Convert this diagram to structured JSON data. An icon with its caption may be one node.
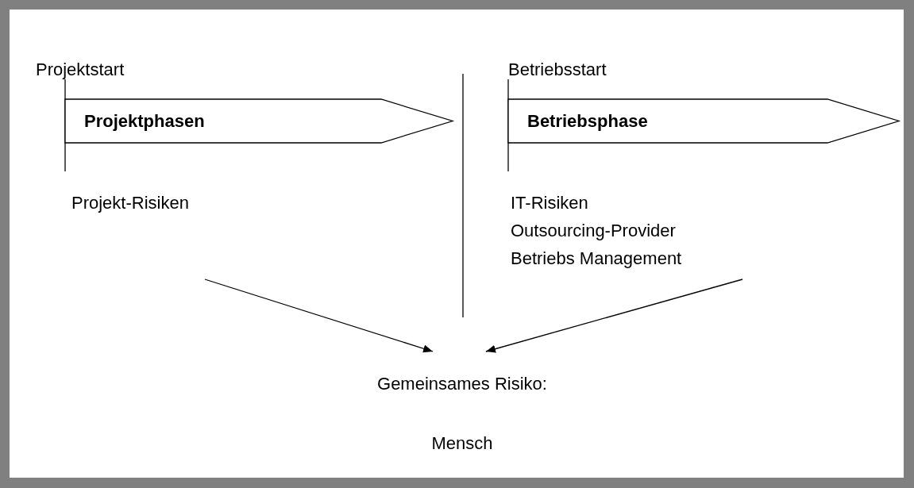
{
  "diagram": {
    "nodes": [
      {
        "text": [
          "Projektphasen"
        ]
      },
      {
        "text": [
          "Betriebsphase"
        ]
      },
      {
        "text": [
          "Projekt-Risiken"
        ]
      },
      {
        "text": [
          "IT-Risiken",
          "Outsourcing-Provider",
          "Betriebs Management"
        ]
      },
      {
        "text": [
          "Gemeinsames Risiko:",
          "Mensch"
        ]
      }
    ],
    "edges": [
      {
        "from": 2,
        "to": 4,
        "arrow": "to"
      },
      {
        "from": 3,
        "to": 4,
        "arrow": "to"
      }
    ],
    "labels": [
      "Projektstart",
      "Betriebsstart"
    ]
  }
}
